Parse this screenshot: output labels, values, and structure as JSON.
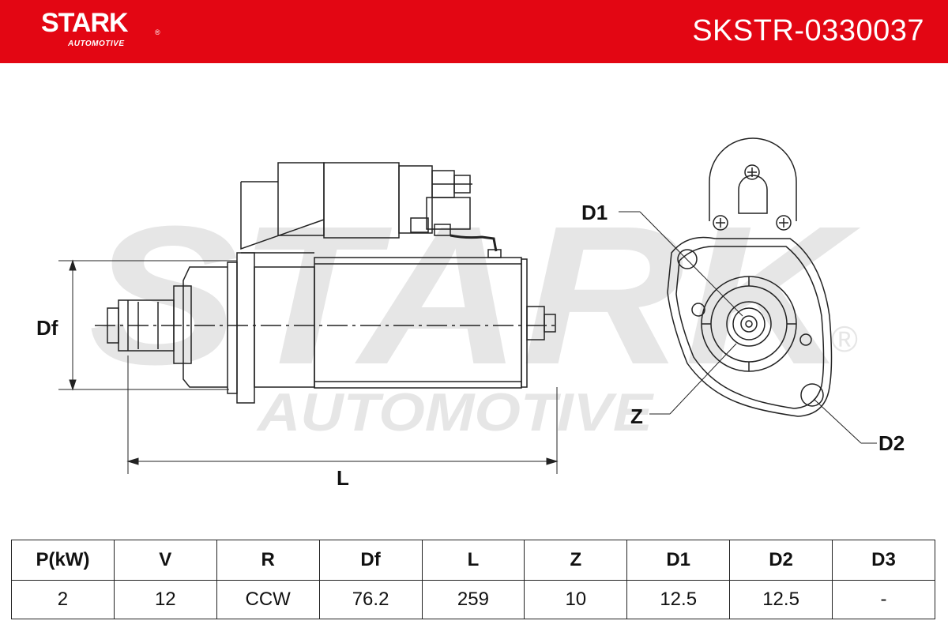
{
  "header": {
    "brand": "STARK",
    "brand_sub": "AUTOMOTIVE",
    "registered": "®",
    "part_number": "SKSTR-0330037",
    "color": "#e30613"
  },
  "watermark": {
    "line1": "STARK",
    "line2": "AUTOMOTIVE",
    "registered": "®"
  },
  "drawing": {
    "labels": {
      "df": "Df",
      "l": "L",
      "d1": "D1",
      "z": "Z",
      "d2": "D2"
    }
  },
  "spec_table": {
    "headers": [
      "P(kW)",
      "V",
      "R",
      "Df",
      "L",
      "Z",
      "D1",
      "D2",
      "D3"
    ],
    "values": [
      "2",
      "12",
      "CCW",
      "76.2",
      "259",
      "10",
      "12.5",
      "12.5",
      "-"
    ]
  }
}
